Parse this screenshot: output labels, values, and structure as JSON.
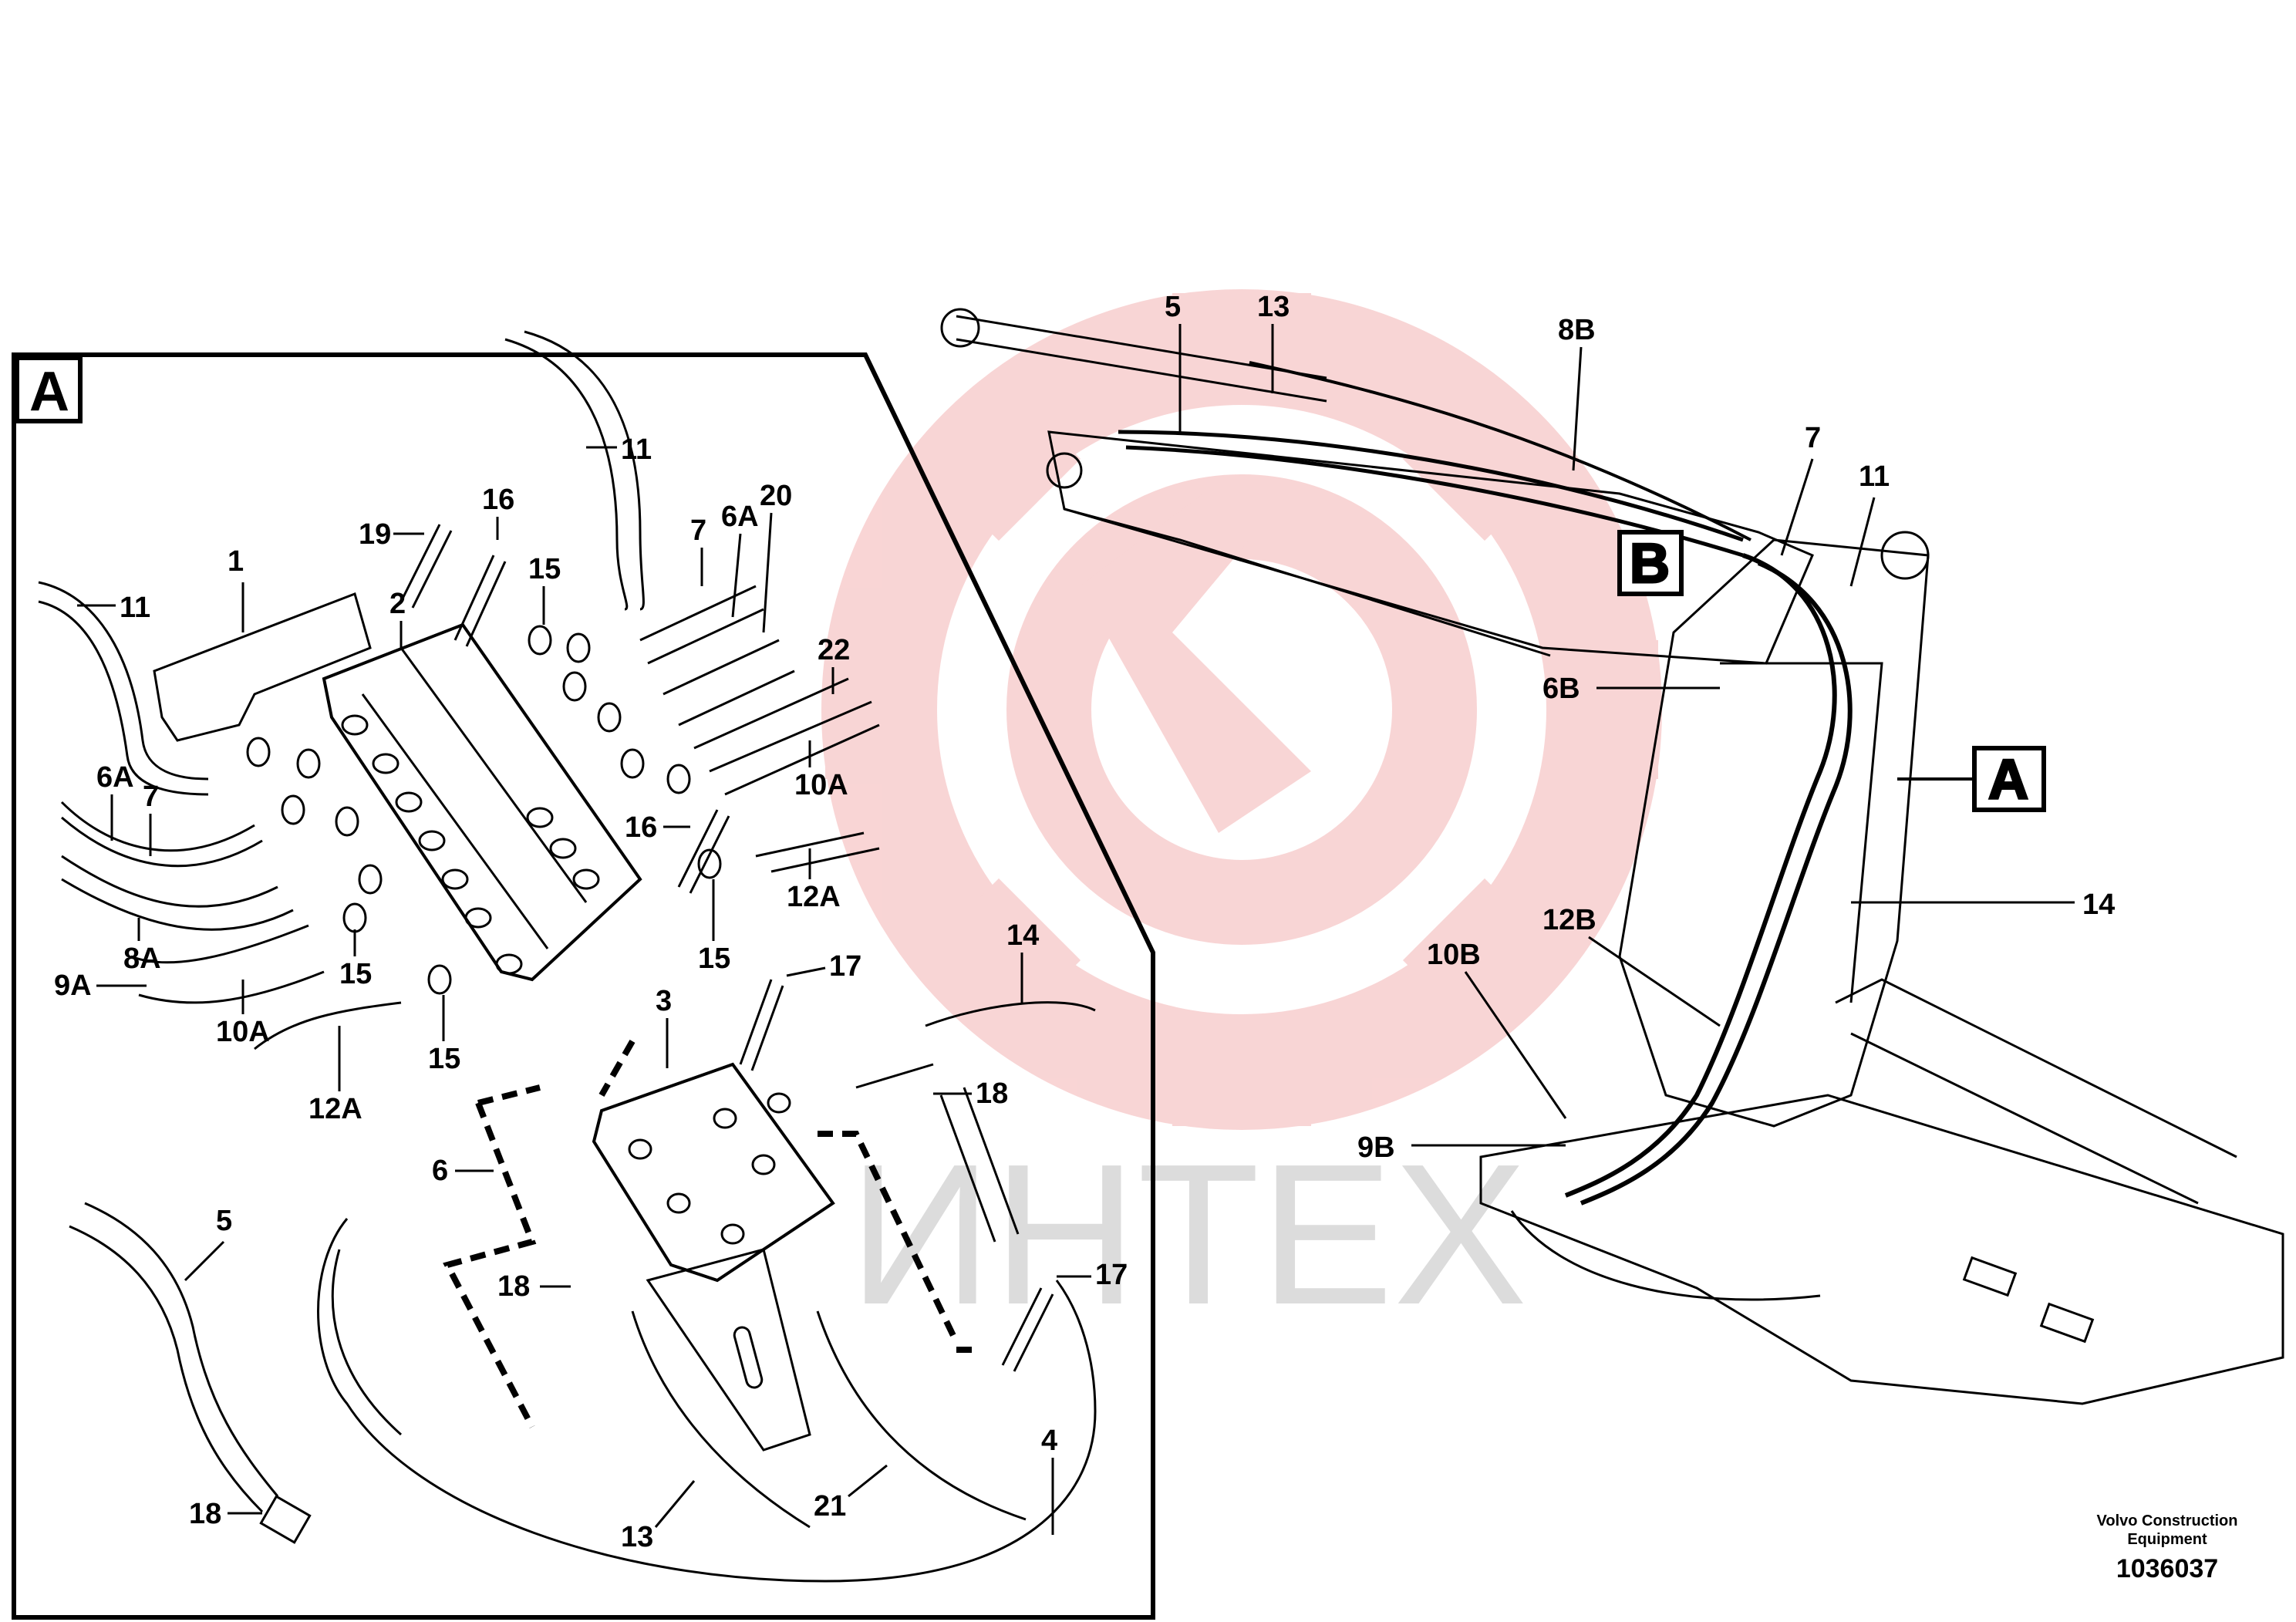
{
  "detail": {
    "label": "A"
  },
  "view": {
    "label_b": "B",
    "label_a": "A"
  },
  "watermark": {
    "text": "ИНТЕХ",
    "gear_color": "#f4b3b3",
    "text_color": "#dcdcdc"
  },
  "footer": {
    "company_line1": "Volvo Construction",
    "company_line2": "Equipment",
    "doc_number": "1036037"
  },
  "callouts_detail": [
    "11",
    "19",
    "16",
    "1",
    "15",
    "2",
    "7",
    "6A",
    "20",
    "11",
    "22",
    "6A",
    "7",
    "10A",
    "16",
    "12A",
    "8A",
    "15",
    "15",
    "9A",
    "10A",
    "12A",
    "15",
    "17",
    "14",
    "3",
    "18",
    "6",
    "5",
    "18",
    "17",
    "18",
    "13",
    "21",
    "4"
  ],
  "callouts_main": [
    "5",
    "13",
    "8B",
    "7",
    "11",
    "6B",
    "14",
    "12B",
    "10B",
    "9B"
  ]
}
